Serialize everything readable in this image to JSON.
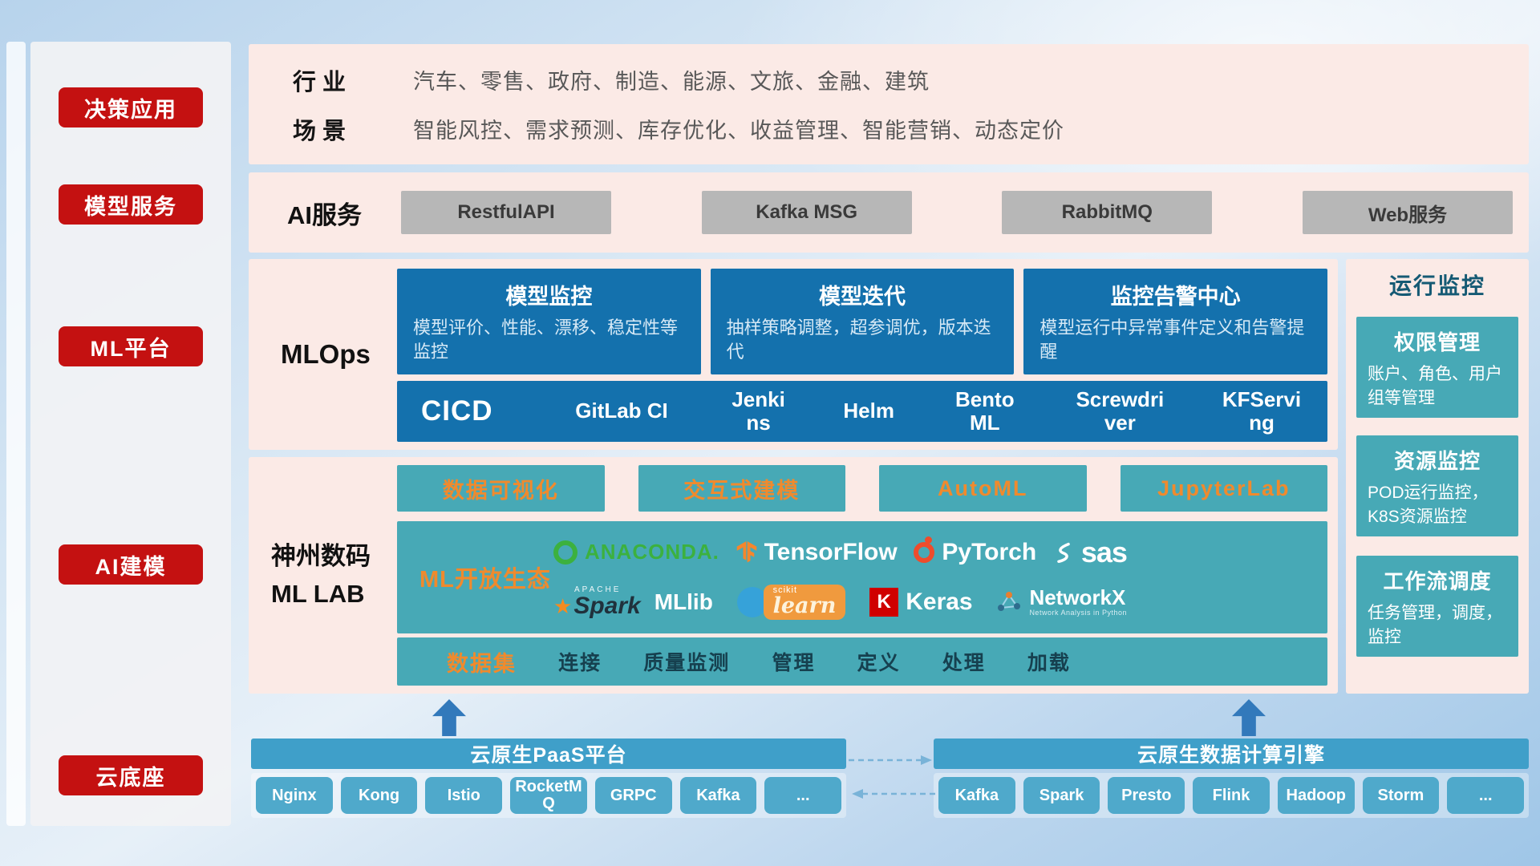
{
  "sidebar": {
    "items": [
      "决策应用",
      "模型服务",
      "ML平台",
      "AI建模",
      "云底座"
    ]
  },
  "industry": {
    "row1_label": "行业",
    "row1_value": "汽车、零售、政府、制造、能源、文旅、金融、建筑",
    "row2_label": "场景",
    "row2_value": "智能风控、需求预测、库存优化、收益管理、智能营销、动态定价"
  },
  "ai_service": {
    "label": "AI服务",
    "buttons": [
      "RestfulAPI",
      "Kafka MSG",
      "RabbitMQ",
      "Web服务"
    ]
  },
  "mlops": {
    "label": "MLOps",
    "cards": [
      {
        "title": "模型监控",
        "desc": "模型评价、性能、漂移、稳定性等监控"
      },
      {
        "title": "模型迭代",
        "desc": "抽样策略调整，超参调优，版本迭代"
      },
      {
        "title": "监控告警中心",
        "desc": "模型运行中异常事件定义和告警提醒"
      }
    ],
    "cicd_label": "CICD",
    "cicd_items": [
      "GitLab CI",
      "Jenkins",
      "Helm",
      "BentoML",
      "Screwdriver",
      "KFServing"
    ]
  },
  "mllab": {
    "label_line1": "神州数码",
    "label_line2": "ML LAB",
    "top_buttons": [
      "数据可视化",
      "交互式建模",
      "AutoML",
      "JupyterLab"
    ],
    "eco_label": "ML开放生态",
    "logos": {
      "anaconda": "ANACONDA.",
      "tensorflow": "TensorFlow",
      "pytorch": "PyTorch",
      "sas": "sas",
      "spark_small": "APACHE",
      "spark": "Spark",
      "mllib": "MLlib",
      "sklearn_small": "scikit",
      "sklearn": "learn",
      "keras_k": "K",
      "keras": "Keras",
      "networkx": "NetworkX",
      "networkx_sub": "Network Analysis in Python"
    },
    "dataset_label": "数据集",
    "dataset_items": [
      "连接",
      "质量监测",
      "管理",
      "定义",
      "处理",
      "加载"
    ]
  },
  "monitor": {
    "title": "运行监控",
    "cards": [
      {
        "title": "权限管理",
        "desc": "账户、角色、用户组等管理"
      },
      {
        "title": "资源监控",
        "desc": "POD运行监控，K8S资源监控"
      },
      {
        "title": "工作流调度",
        "desc": "任务管理，调度，监控"
      }
    ]
  },
  "foundation": {
    "paas_title": "云原生PaaS平台",
    "paas_items": [
      "Nginx",
      "Kong",
      "Istio",
      "RocketMQ",
      "GRPC",
      "Kafka",
      "..."
    ],
    "engine_title": "云原生数据计算引擎",
    "engine_items": [
      "Kafka",
      "Spark",
      "Presto",
      "Flink",
      "Hadoop",
      "Storm",
      "..."
    ]
  }
}
